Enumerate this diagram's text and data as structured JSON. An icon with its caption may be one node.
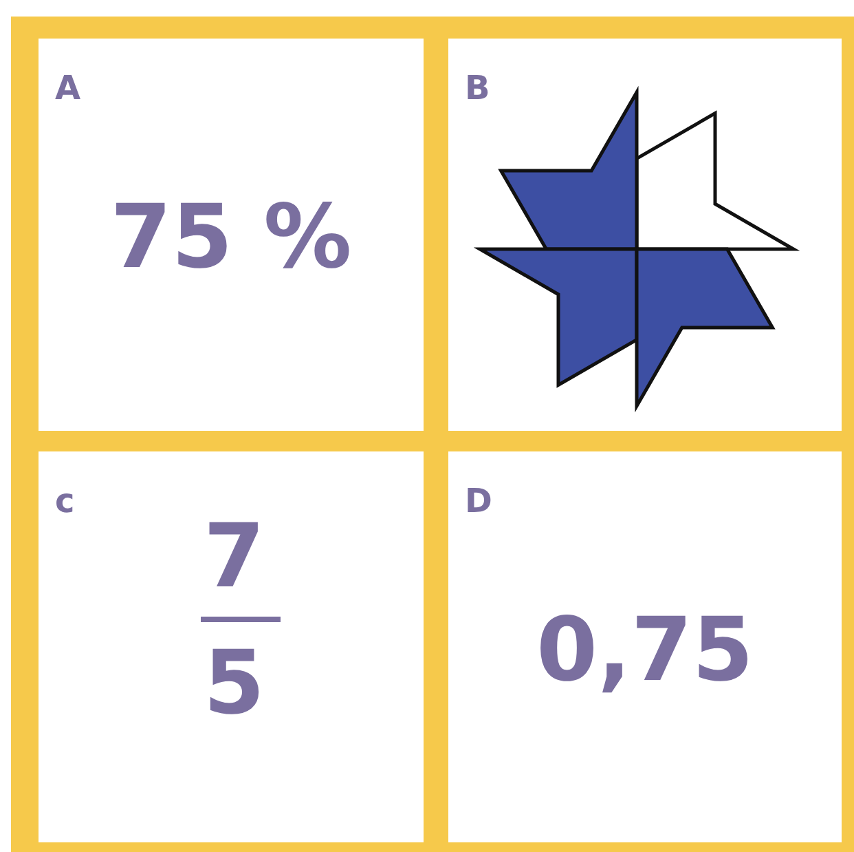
{
  "diagram": {
    "nodes": [
      {
        "text": [
          "A",
          "75 %"
        ]
      },
      {
        "text": [
          "B"
        ]
      },
      {
        "text": [
          "c",
          "7",
          "5"
        ]
      },
      {
        "text": [
          "D",
          "0,75"
        ]
      }
    ]
  }
}
